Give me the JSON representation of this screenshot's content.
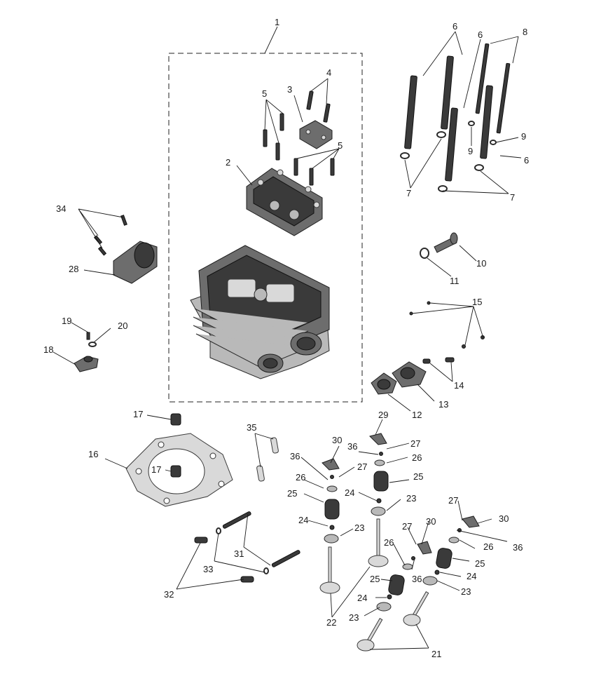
{
  "labels": [
    "1",
    "2",
    "3",
    "4",
    "5",
    "5",
    "6",
    "6",
    "6",
    "7",
    "7",
    "8",
    "9",
    "9",
    "10",
    "11",
    "12",
    "13",
    "14",
    "15",
    "16",
    "17",
    "17",
    "18",
    "19",
    "20",
    "21",
    "22",
    "23",
    "23",
    "23",
    "23",
    "24",
    "24",
    "24",
    "24",
    "25",
    "25",
    "25",
    "25",
    "26",
    "26",
    "26",
    "26",
    "27",
    "27",
    "27",
    "27",
    "28",
    "29",
    "30",
    "30",
    "30",
    "31",
    "32",
    "33",
    "34",
    "35",
    "36",
    "36",
    "36",
    "36"
  ]
}
